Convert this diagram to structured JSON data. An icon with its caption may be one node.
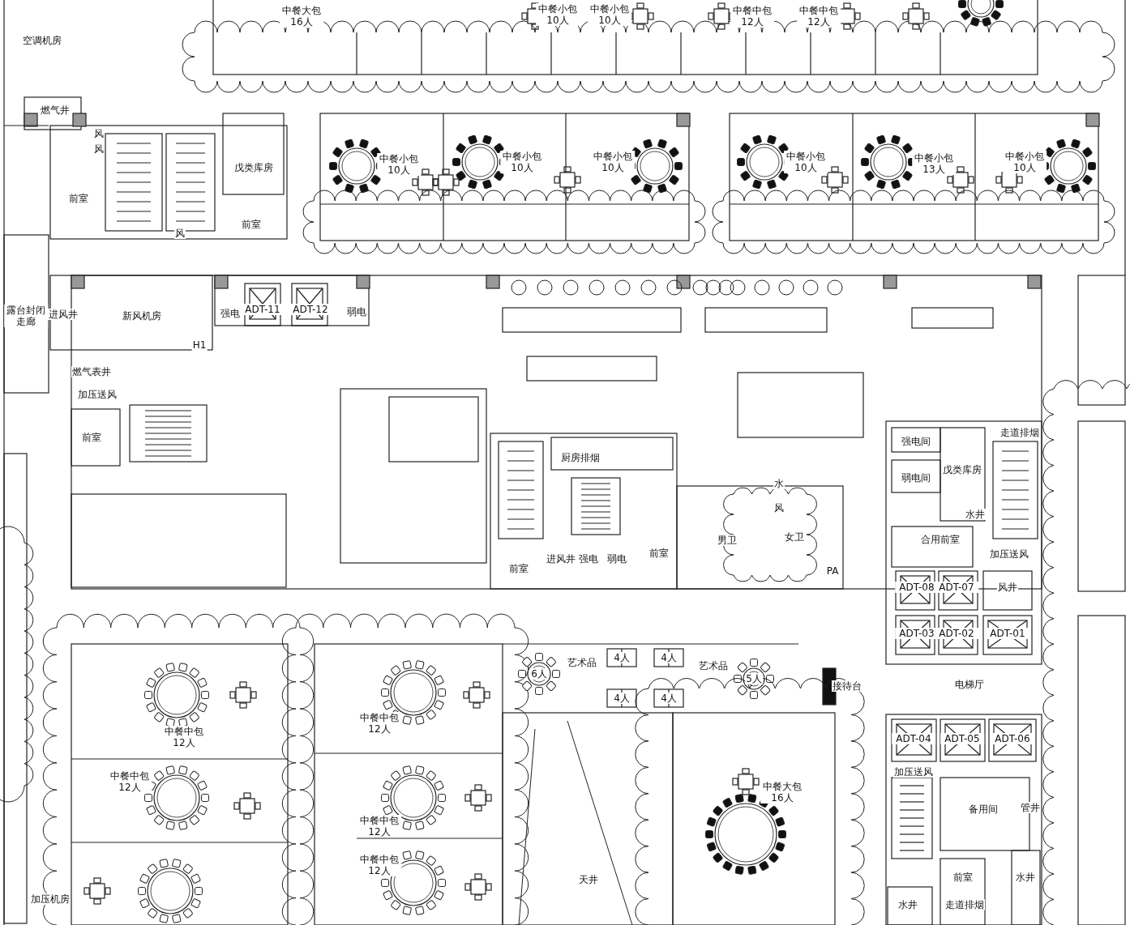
{
  "diagram": {
    "labels": [
      "中餐大包16人",
      "中餐小包10人",
      "中餐小包10人",
      "中餐中包12人",
      "中餐中包12人",
      "空调机房",
      "燃气井",
      "风",
      "风",
      "戊类库房",
      "中餐小包10人",
      "中餐小包10人",
      "中餐小包10人",
      "中餐小包10人",
      "中餐小包13人",
      "中餐小包10人",
      "前室",
      "风",
      "前室",
      "露台封闭走廊",
      "进风井",
      "新风机房",
      "强电",
      "ADT-11",
      "ADT-12",
      "弱电",
      "H1",
      "燃气表井",
      "加压送风",
      "前室",
      "强电间",
      "走道排烟",
      "厨房排烟",
      "戊类库房",
      "水",
      "弱电间",
      "风",
      "水井",
      "男卫",
      "女卫",
      "合用前室",
      "前室",
      "进风井",
      "强电",
      "弱电",
      "前室",
      "PA",
      "加压送风",
      "ADT-08",
      "ADT-07",
      "风井",
      "ADT-03",
      "ADT-02",
      "ADT-01",
      "6人",
      "艺术品",
      "4人",
      "4人",
      "艺术品",
      "5人",
      "接待台",
      "电梯厅",
      "4人",
      "4人",
      "中餐中包12人",
      "中餐中包12人",
      "ADT-04",
      "ADT-05",
      "ADT-06",
      "加压送风",
      "中餐中包12人",
      "中餐大包16人",
      "备用间",
      "管井",
      "中餐中包12人",
      "中餐中包12人",
      "天井",
      "前室",
      "水井",
      "加压机房",
      "水井",
      "走道排烟"
    ]
  }
}
